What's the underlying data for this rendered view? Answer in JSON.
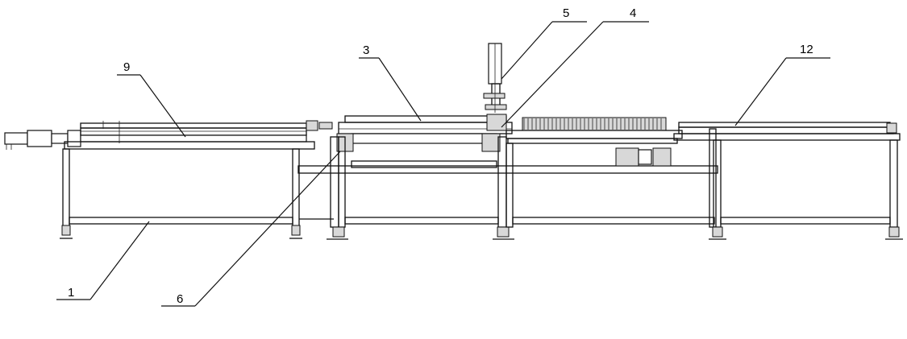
{
  "labels": {
    "l1": "1",
    "l3": "3",
    "l4": "4",
    "l5": "5",
    "l6": "6",
    "l9": "9",
    "l12": "12"
  }
}
